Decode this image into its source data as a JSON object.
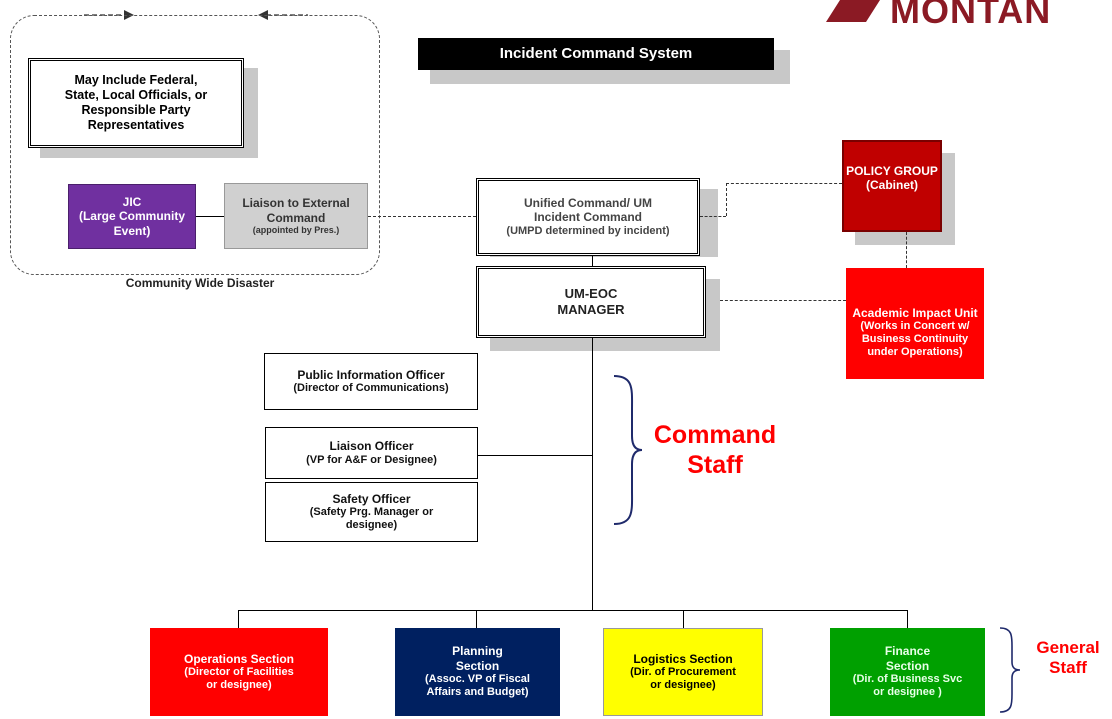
{
  "title": "Incident Command System",
  "logo_text": "MONTAN",
  "community": {
    "officials_lines": [
      "May Include Federal,",
      "State, Local Officials, or",
      "Responsible Party",
      "Representatives"
    ],
    "caption": "Community Wide Disaster"
  },
  "jic": {
    "lines": [
      "JIC",
      "(Large Community",
      "Event)"
    ]
  },
  "liaison_external": {
    "line1": "Liaison to External",
    "line2": "Command",
    "note": "(appointed by Pres.)"
  },
  "unified_command": {
    "lines": [
      "Unified Command/ UM",
      "Incident Command",
      "(UMPD  determined by incident)"
    ]
  },
  "policy_group": {
    "lines": [
      "POLICY GROUP",
      "(Cabinet)"
    ]
  },
  "eoc_manager": {
    "lines": [
      "UM-EOC",
      "MANAGER"
    ]
  },
  "academic_impact": {
    "lines": [
      "Academic Impact Unit",
      "(Works in Concert w/",
      "Business Continuity",
      "under Operations)"
    ]
  },
  "command_staff": {
    "label_line1": "Command",
    "label_line2": "Staff",
    "pio": {
      "lines": [
        "Public Information Officer",
        "(Director of Communications)"
      ]
    },
    "liaison_officer": {
      "lines": [
        "Liaison Officer",
        "(VP for A&F or Designee)"
      ]
    },
    "safety_officer": {
      "lines": [
        "Safety Officer",
        "(Safety Prg. Manager or",
        "designee)"
      ]
    }
  },
  "general_staff": {
    "label_line1": "General",
    "label_line2": "Staff",
    "sections": [
      {
        "lines": [
          "Operations Section",
          "(Director of Facilities",
          "or designee)"
        ]
      },
      {
        "lines": [
          "Planning",
          "Section",
          "(Assoc. VP of Fiscal",
          "Affairs and Budget)"
        ]
      },
      {
        "lines": [
          "Logistics Section",
          "(Dir. of Procurement",
          "or designee)"
        ]
      },
      {
        "lines": [
          "Finance",
          "Section",
          "(Dir. of Business Svc",
          "or designee )"
        ]
      }
    ]
  },
  "colors": {
    "jic_purple": "#7030a0",
    "policy_red": "#c00000",
    "bright_red": "#ff0000",
    "navy": "#002060",
    "yellow": "#ffff00",
    "green": "#00a000",
    "label_red": "#ff0000",
    "bracket_navy": "#1f2a6b",
    "logo_maroon": "#8b1a24"
  }
}
